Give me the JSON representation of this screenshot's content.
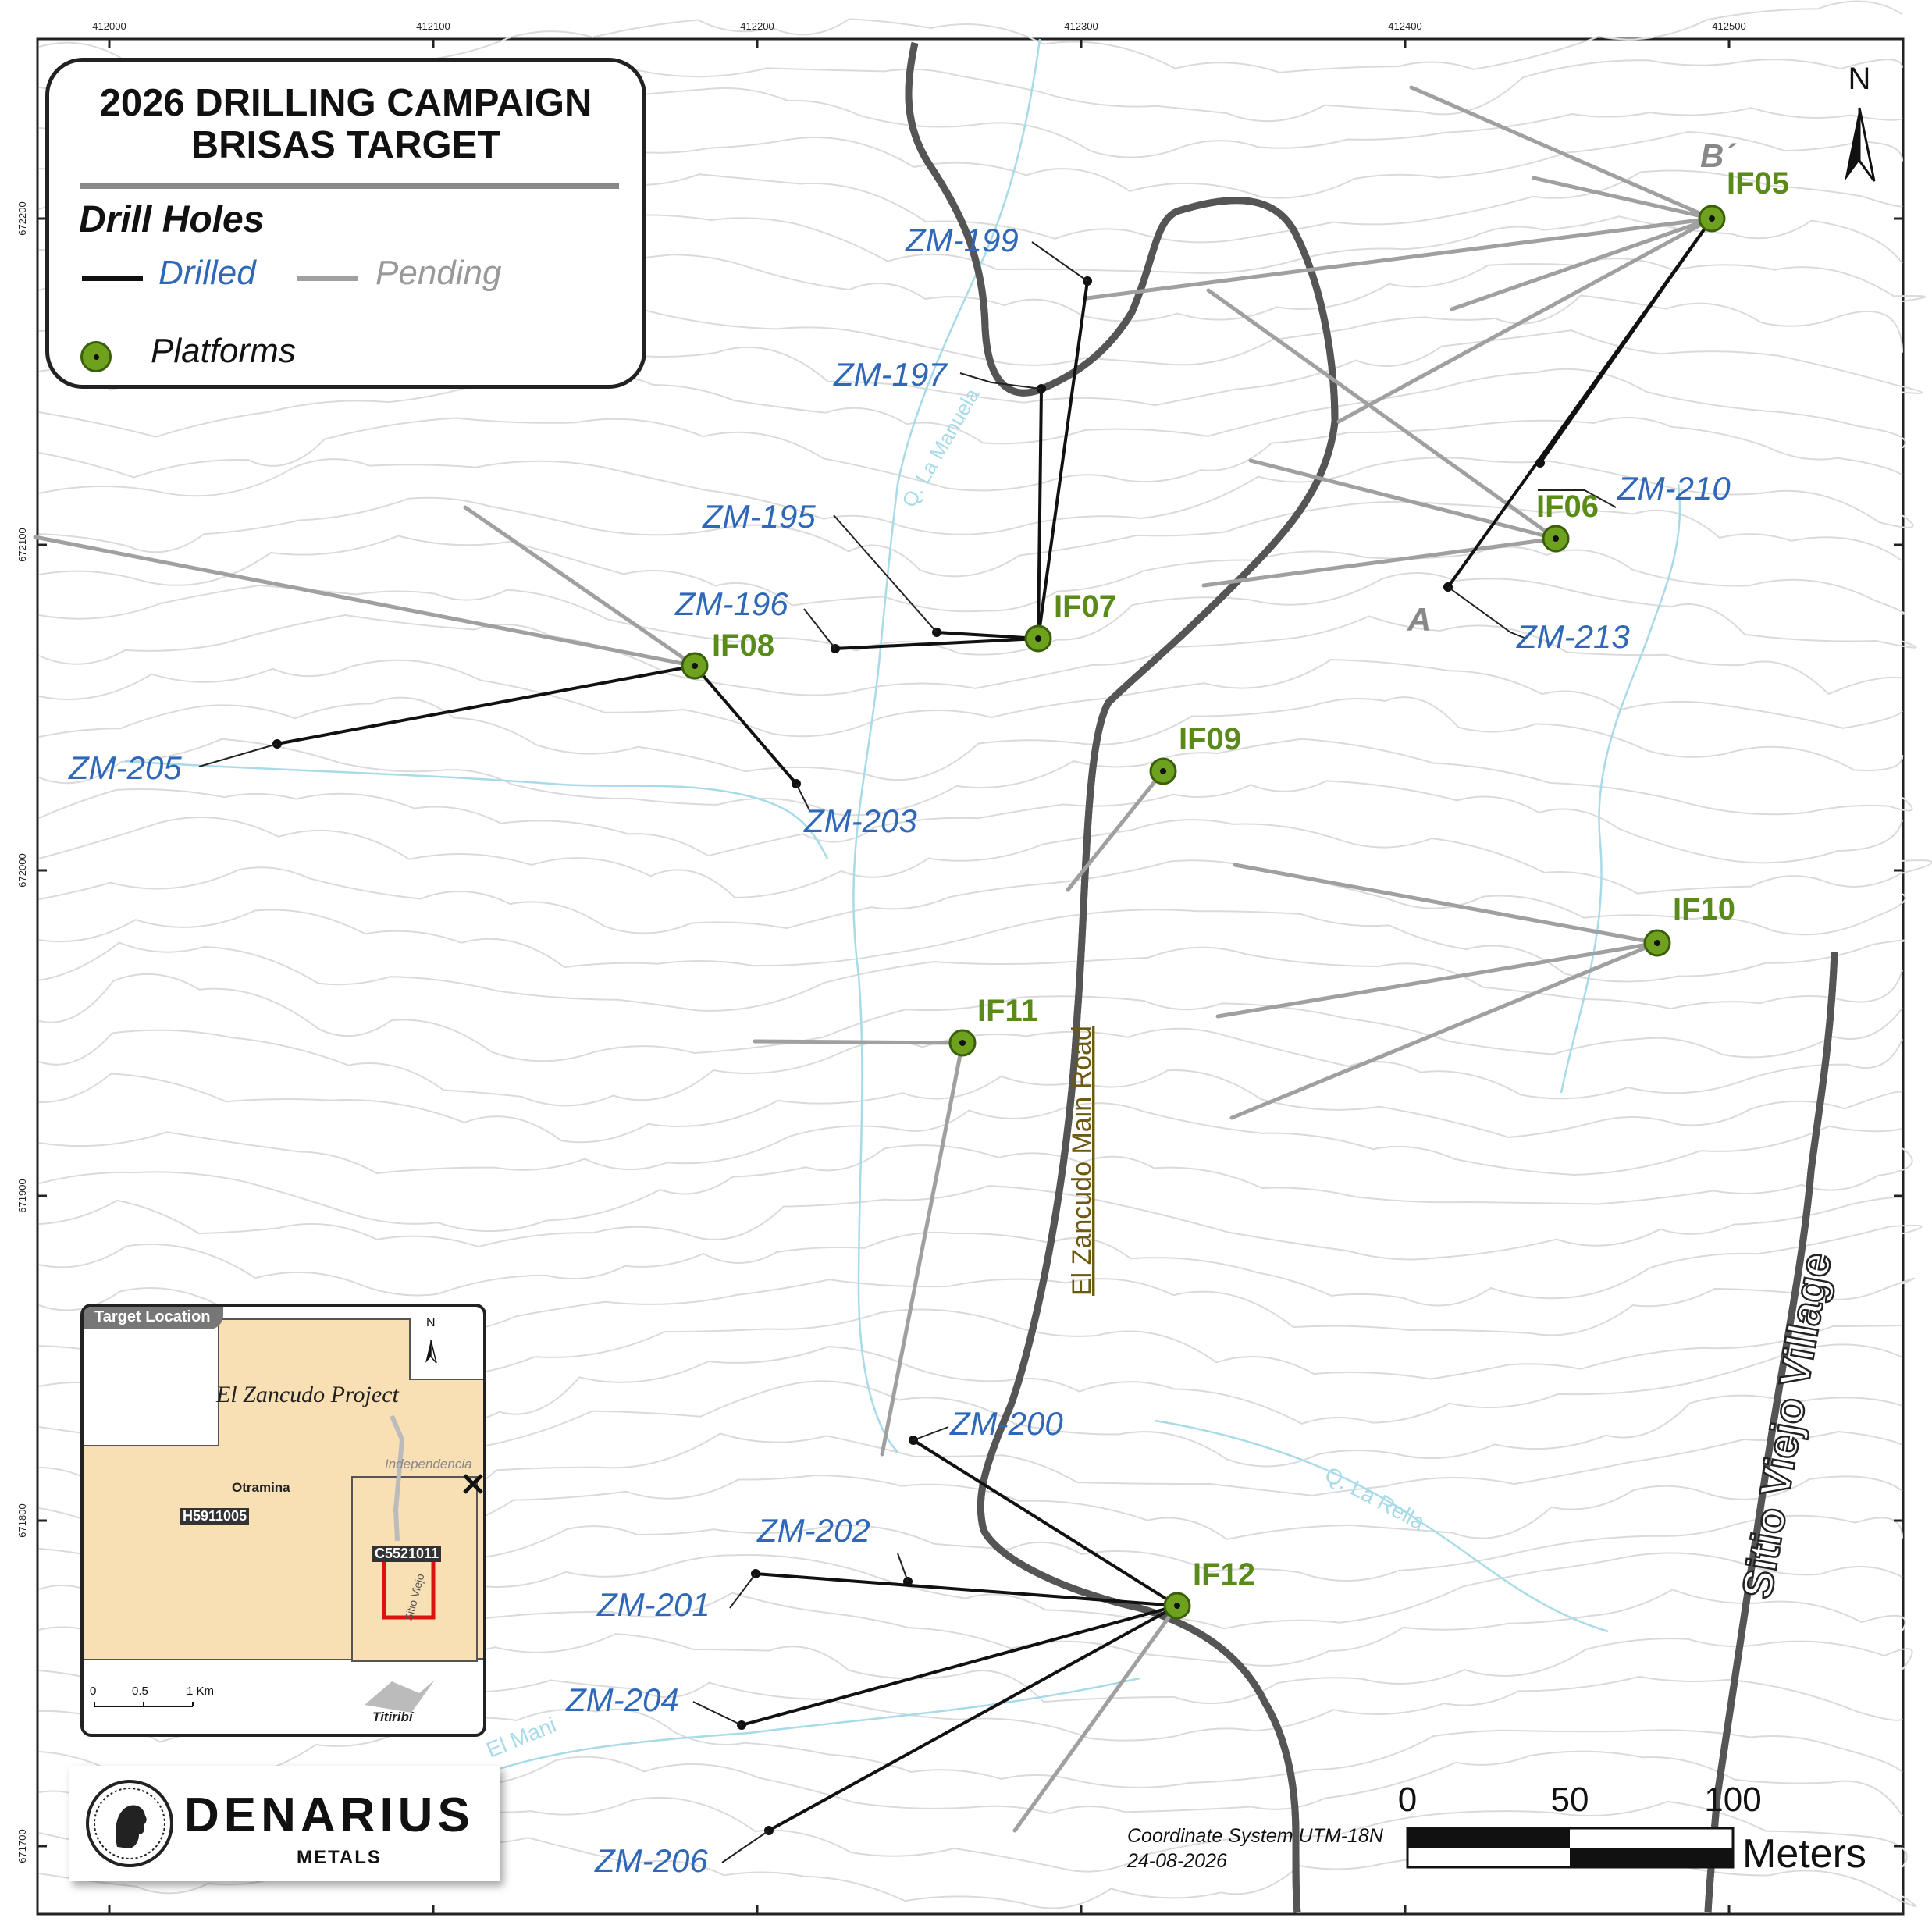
{
  "title": {
    "line1": "2026 DRILLING CAMPAIGN",
    "line2": "BRISAS TARGET"
  },
  "legend": {
    "section_title": "Drill Holes",
    "drilled_label": "Drilled",
    "pending_label": "Pending",
    "platforms_label": "Platforms",
    "colors": {
      "drilled": "#111111",
      "pending": "#a0a0a0",
      "platform": "#6ea21e",
      "hole_label": "#2f68b8",
      "platform_label": "#5a8a1a",
      "road": "#e8a030"
    }
  },
  "north_arrow": {
    "label": "N",
    "icon": "north-arrow-icon"
  },
  "grid": {
    "x_ticks": [
      "412000",
      "412100",
      "412200",
      "412300",
      "412400",
      "412500"
    ],
    "y_ticks": [
      "672200",
      "672100",
      "672000",
      "671900",
      "671800",
      "671700"
    ]
  },
  "section_markers": {
    "start": "A",
    "end": "B´"
  },
  "platforms": [
    "IF05",
    "IF06",
    "IF07",
    "IF08",
    "IF09",
    "IF10",
    "IF11",
    "IF12"
  ],
  "drill_holes": [
    "ZM-195",
    "ZM-196",
    "ZM-197",
    "ZM-199",
    "ZM-200",
    "ZM-201",
    "ZM-202",
    "ZM-203",
    "ZM-204",
    "ZM-205",
    "ZM-206",
    "ZM-210",
    "ZM-213"
  ],
  "map_labels": {
    "road": "El Zancudo Main Road",
    "village": "Sitio Viejo Village",
    "creek_manuela": "Q. La Manuela",
    "creek_rella": "Q. La Rella",
    "creek_mani": "El Mani"
  },
  "inset": {
    "tab": "Target Location",
    "project": "El Zancudo Project",
    "places": {
      "otramina": "Otramina",
      "independencia": "Independencia",
      "titiribi": "Titiribí",
      "sitio": "Sitio Viejo"
    },
    "claims": {
      "h": "H5911005",
      "c": "C5521011"
    },
    "scale": [
      "0",
      "0.5",
      "1 Km"
    ],
    "north": "N",
    "icons": {
      "mine": "mine-pickaxe-icon",
      "target": "target-box-icon"
    }
  },
  "logo": {
    "name": "DENARIUS",
    "sub": "METALS",
    "icon": "coin-head-icon"
  },
  "scale_bar": {
    "ticks": [
      "0",
      "50",
      "100"
    ],
    "unit": "Meters"
  },
  "coordinate_system": "Coordinate System UTM-18N",
  "date": "24-08-2026"
}
